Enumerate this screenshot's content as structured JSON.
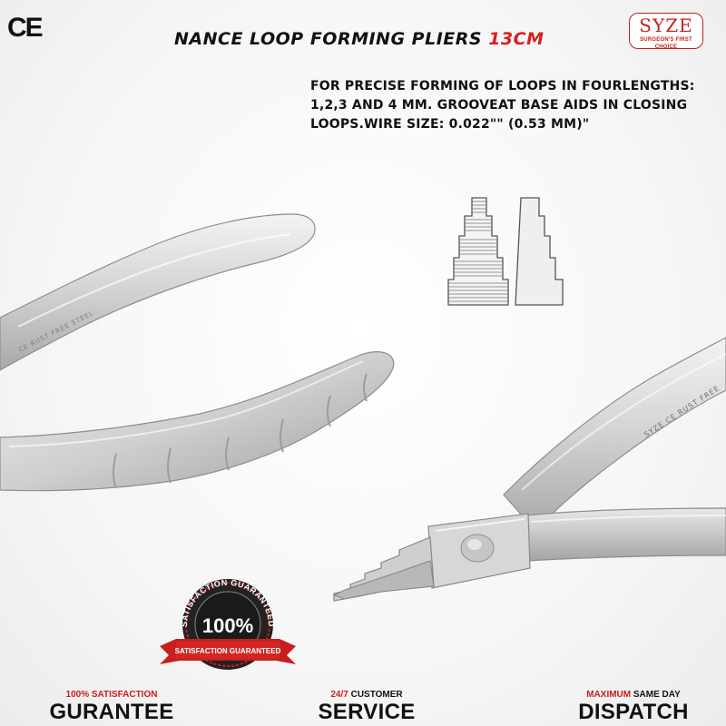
{
  "header": {
    "ce_mark": "CE",
    "title_main": "NANCE LOOP FORMING PLIERS",
    "title_size": "13CM"
  },
  "brand": {
    "name": "SYZE",
    "tagline": "SURGEON'S FIRST CHOICE",
    "color": "#c81e1e"
  },
  "description": "FOR PRECISE FORMING OF LOOPS IN FOURLENGTHS: 1,2,3 AND 4 MM. GROOVEAT BASE AIDS IN CLOSING LOOPS.WIRE SIZE: 0.022\"\" (0.53 MM)\"",
  "instrument_engravings": {
    "left_handle": "CE RUST FREE STEEL",
    "right_handle": "SYZE CE RUST FREE"
  },
  "badge": {
    "top_text": "SATISFACTION GUARANTEED",
    "percent": "100%",
    "ribbon_text": "SATISFACTION GUARANTEED"
  },
  "footer": [
    {
      "small_accent": "100% SATISFACTION",
      "small_rest": "",
      "big": "GURANTEE"
    },
    {
      "small_accent": "24/7",
      "small_rest": " CUSTOMER",
      "big": "SERVICE"
    },
    {
      "small_accent": "MAXIMUM",
      "small_rest": " SAME DAY",
      "big": "DISPATCH"
    }
  ],
  "colors": {
    "accent_red": "#c81e1e",
    "steel_light": "#e4e4e4",
    "steel_dark": "#9a9a9a"
  }
}
